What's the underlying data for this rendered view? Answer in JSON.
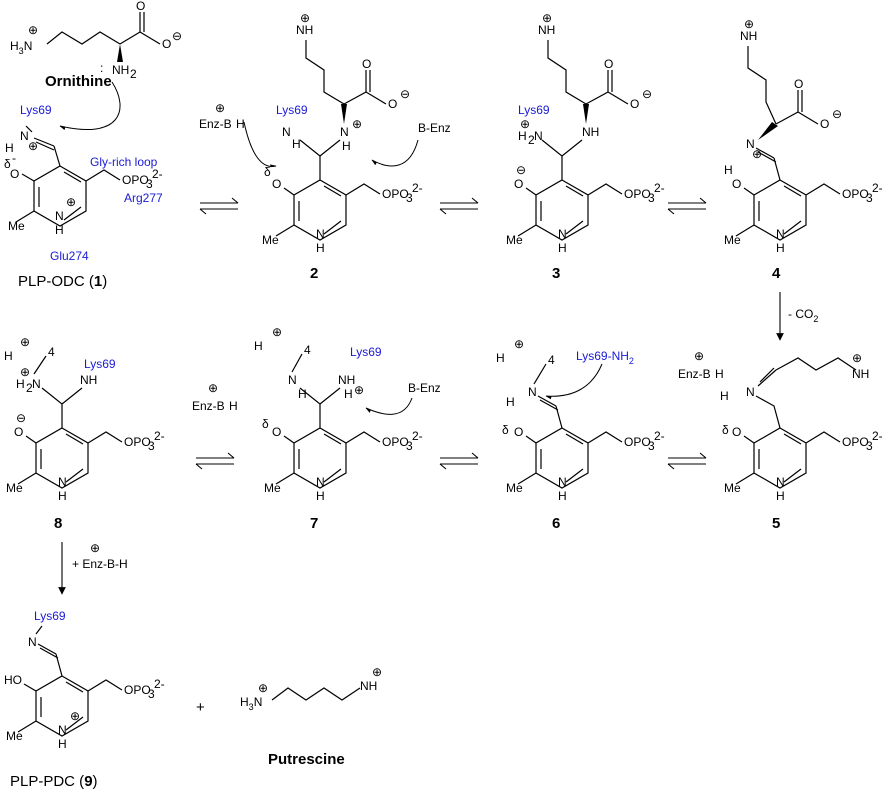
{
  "labels": {
    "ornithine": "Ornithine",
    "putrescine": "Putrescine",
    "plp_odc": "PLP-ODC (",
    "plp_odc_num": "1",
    "plp_odc_close": ")",
    "plp_pdc": "PLP-PDC (",
    "plp_pdc_num": "9",
    "plp_pdc_close": ")",
    "c2": "2",
    "c3": "3",
    "c4": "4",
    "c5": "5",
    "c6": "6",
    "c7": "7",
    "c8": "8"
  },
  "residues": {
    "lys69": "Lys69",
    "lys69_nh2": "Lys69-NH",
    "gly_loop": "Gly-rich loop",
    "arg277": "Arg277",
    "glu274": "Glu274"
  },
  "reagents": {
    "co2_minus": "- CO",
    "enz_b_h": "+ Enz-B-H",
    "enz_bh": "Enz-B",
    "b_enz": "B-Enz",
    "plus": "+"
  },
  "atoms": {
    "h3n": "H",
    "nh3": "NH",
    "nh2": "NH",
    "n": "N",
    "nh": "NH",
    "h2n": "H",
    "h": "H",
    "o": "O",
    "oh": "HO",
    "me": "Me",
    "opo3": "OPO",
    "delta": "δ",
    "minus": "-",
    "plus": "⊕",
    "minus_c": "⊖",
    "sub3": "3",
    "sub2": "2",
    "sub4": "4",
    "charge2": "2-"
  },
  "colors": {
    "text": "#000000",
    "residue": "#1a1ad6"
  }
}
